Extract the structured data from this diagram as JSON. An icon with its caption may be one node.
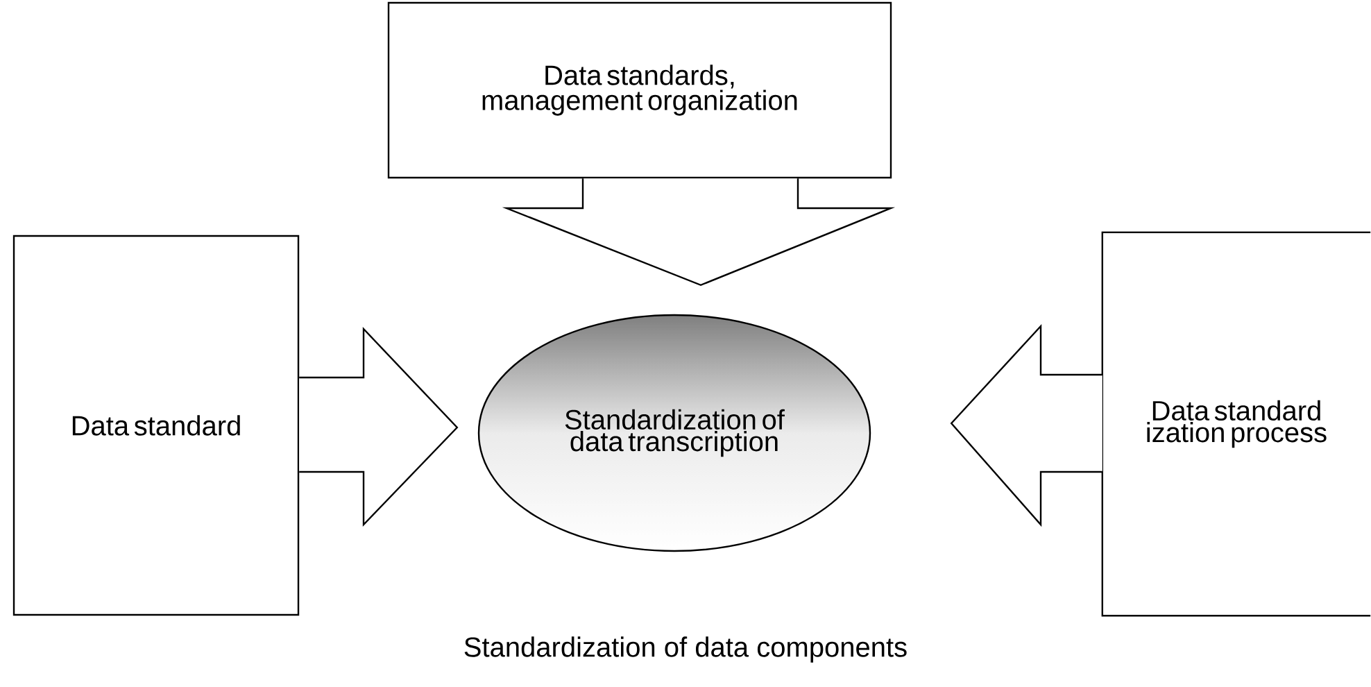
{
  "diagram": {
    "caption": "Standardization of data components",
    "nodes": [
      {
        "text": [
          "Data standards, management organization"
        ]
      },
      {
        "text": [
          "Data standard"
        ]
      },
      {
        "text": [
          "Standardization of data transcription"
        ]
      },
      {
        "text": [
          "Data standard ization process"
        ]
      }
    ],
    "edges": [
      {
        "from": 0,
        "to": 2,
        "arrow": "to"
      },
      {
        "from": 1,
        "to": 2,
        "arrow": "to"
      },
      {
        "from": 3,
        "to": 2,
        "arrow": "to"
      }
    ]
  }
}
